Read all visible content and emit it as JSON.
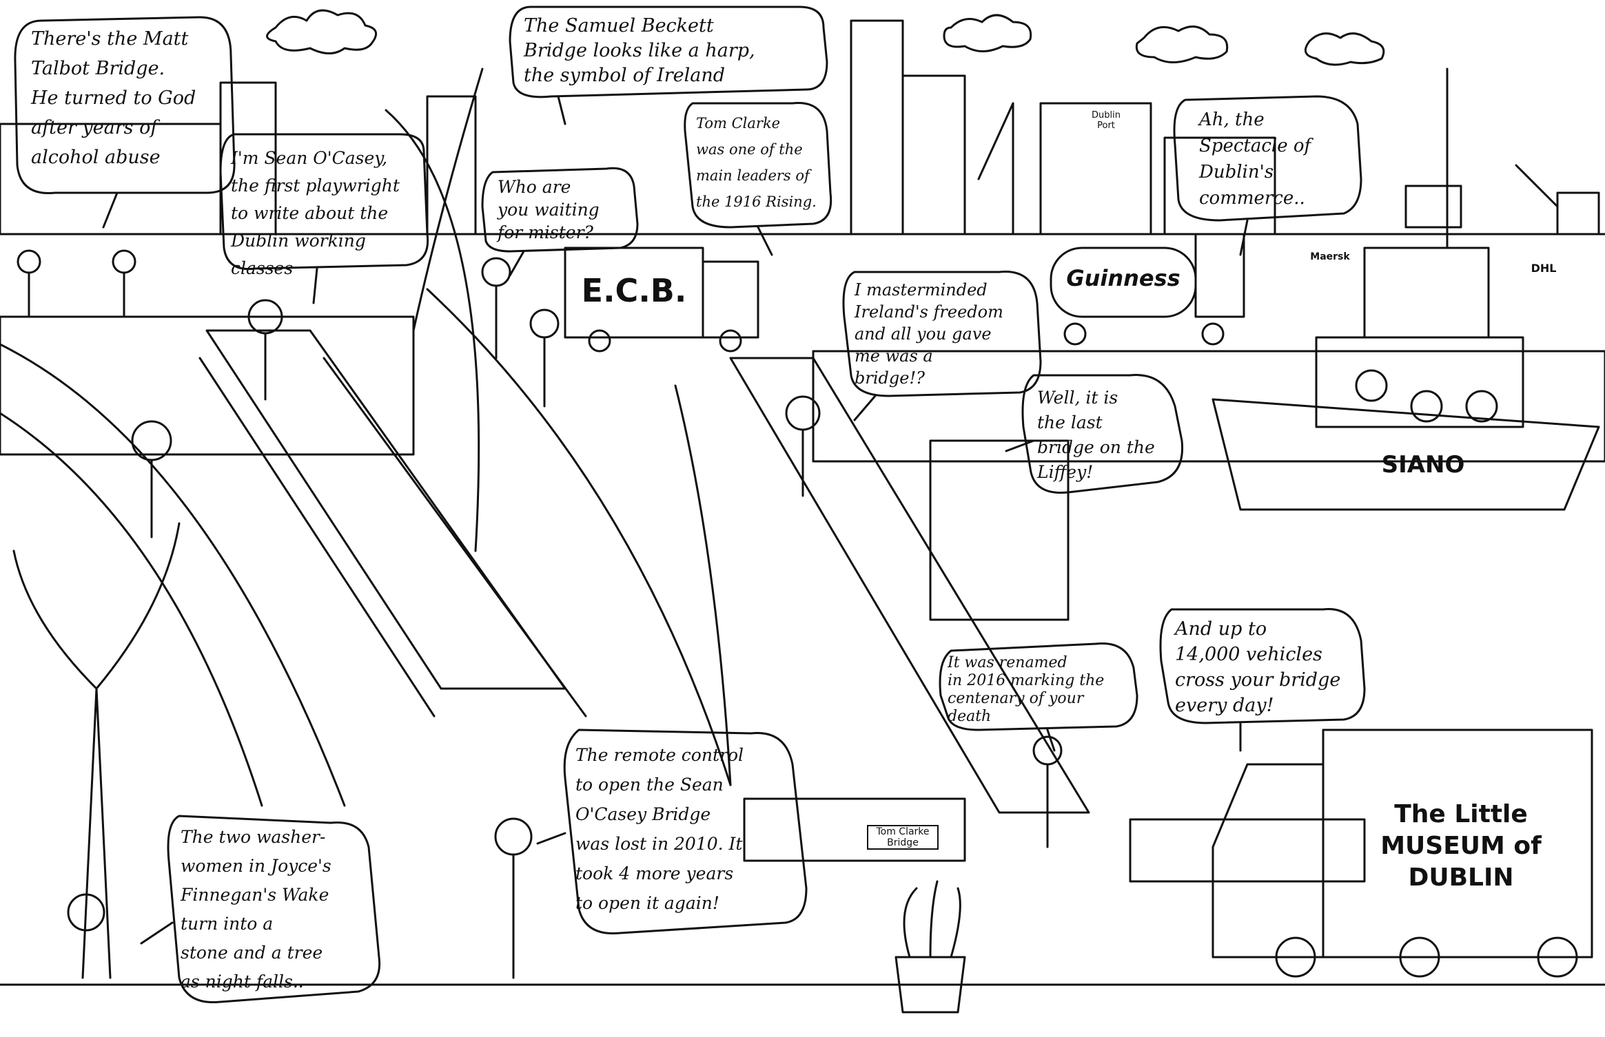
{
  "bubbles": {
    "matt_talbot": "There's the Matt\nTalbot Bridge.\nHe turned to God\nafter years of\nalcohol abuse",
    "beckett": "The Samuel Beckett\nBridge looks like a harp,\nthe symbol of Ireland",
    "ocasey": "I'm Sean O'Casey,\nthe first playwright\nto write about the\nDublin working classes",
    "waiting": "Who are\nyou waiting\nfor mister?",
    "tom_clarke": "Tom Clarke\nwas one of the\nmain leaders of\nthe 1916 Rising.",
    "spectacle": "Ah, the\nSpectacle of\nDublin's\ncommerce..",
    "mastermind": "I masterminded\nIreland's freedom\nand all you gave\nme was a\nbridge!?",
    "last_bridge": "Well, it is\nthe last\nbridge on the\nLiffey!",
    "renamed": "It was renamed\nin 2016 marking the\ncentenary of your\ndeath",
    "vehicles": "And up to\n14,000 vehicles\ncross your bridge\nevery day!",
    "remote": "The remote control\nto open the Sean\nO'Casey Bridge\nwas lost in 2010. It\ntook 4 more years\nto open it again!",
    "washerwomen": "The two washer-\nwomen in Joyce's\nFinnegan's Wake\nturn into a\nstone and a tree\nas night falls.."
  },
  "labels": {
    "ecb": "E.C.B.",
    "guinness": "Guinness",
    "dublin_port": "Dublin\nPort",
    "maersk": "Maersk",
    "dhl": "DHL",
    "siano": "SIANO",
    "tom_clarke_sign": "Tom Clarke\nBridge",
    "museum": "The Little\nMUSEUM of\nDUBLIN"
  }
}
